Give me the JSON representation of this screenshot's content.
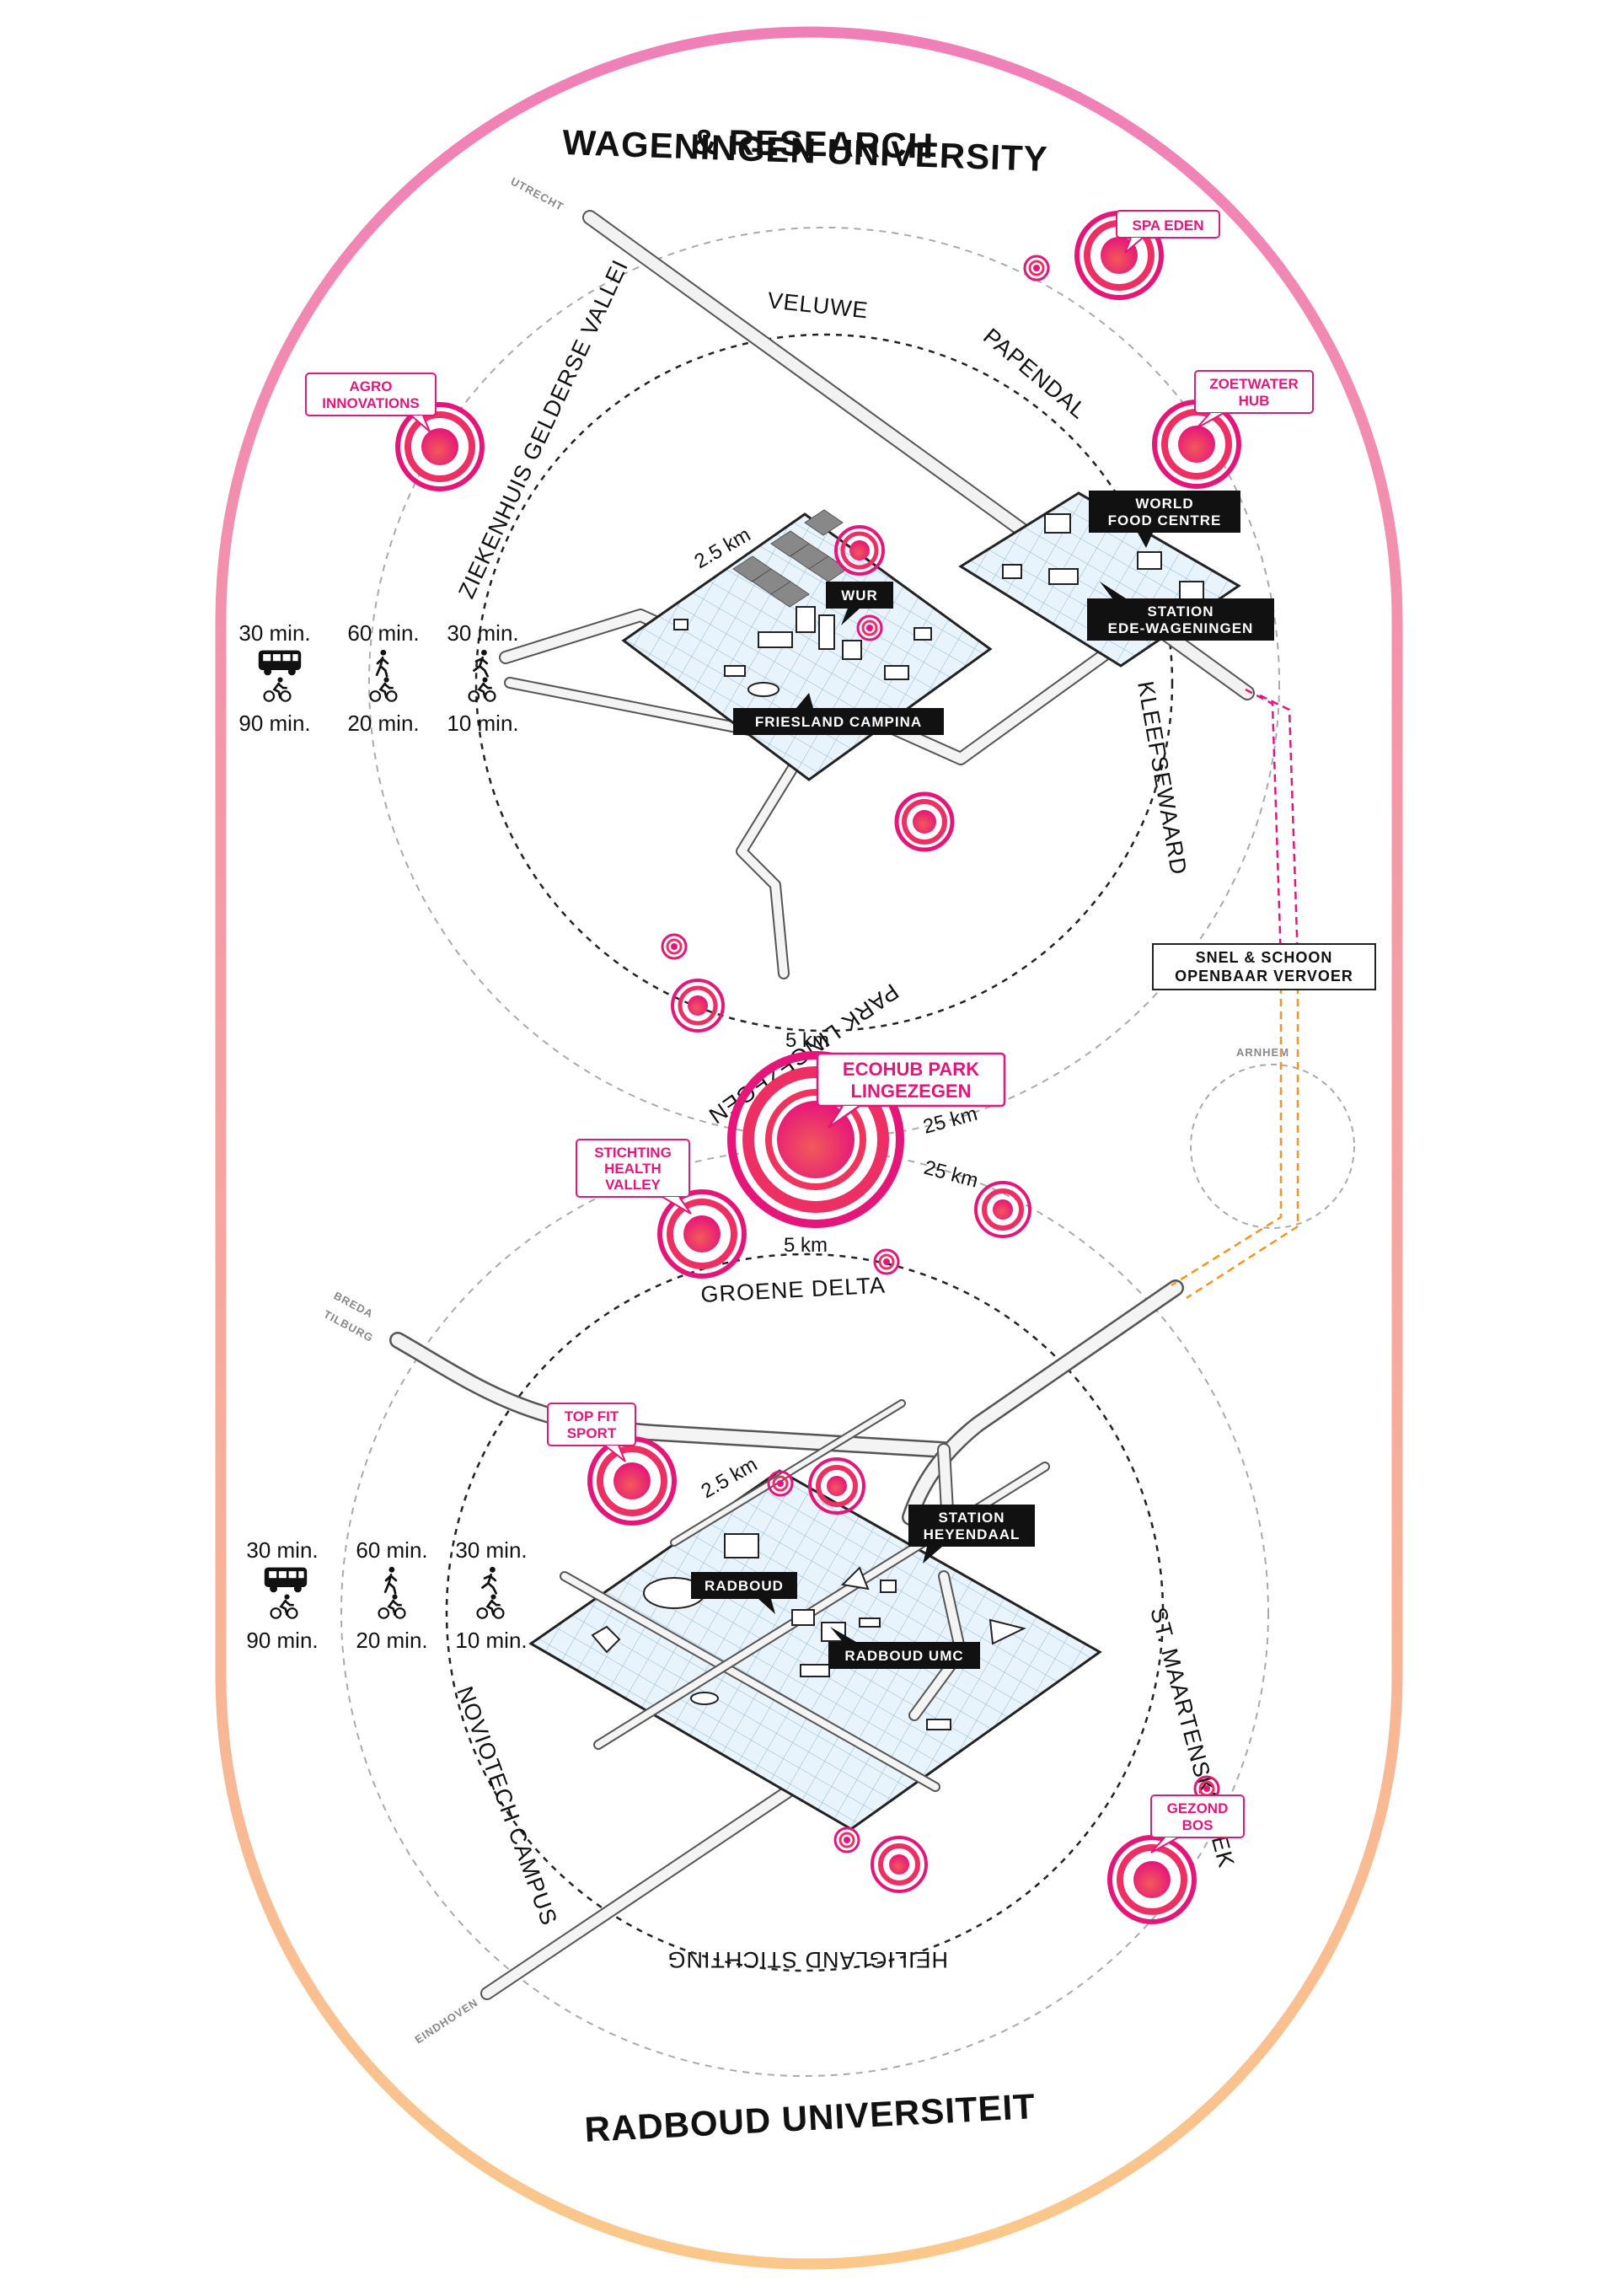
{
  "titles": {
    "top_line1": "WAGENINGEN UNIVERSITY",
    "top_line2": "& RESEARCH",
    "bottom": "RADBOUD UNIVERSITEIT"
  },
  "colors": {
    "frame_top": "#f07fb8",
    "frame_bottom": "#fbc88a",
    "accent_pink": "#e6157a",
    "accent_orange": "#f7931e",
    "grid_blue": "#e8f2fa"
  },
  "cities": {
    "utrecht": "UTRECHT",
    "arnhem": "ARNHEM",
    "breda": "BREDA",
    "tilburg": "TILBURG",
    "eindhoven": "EINDHOVEN"
  },
  "ring_labels_top": {
    "veluwe": "VELUWE",
    "papendal": "PAPENDAL",
    "ziekenhuis": "ZIEKENHUIS GELDERSE VALLEI",
    "kleefsewaard": "KLEEFSEWAARD",
    "park_lingezegen": "PARK LINGEZEGEN"
  },
  "ring_labels_bottom": {
    "groene_delta": "GROENE DELTA",
    "st_maartens": "ST. MAARTENSKLINIEK",
    "heiligland": "HEILIGLAND STICHTING",
    "noviotech": "NOVIOTECH CAMPUS"
  },
  "distances": {
    "top_grid": "2.5 km",
    "bottom_grid": "2.5 km",
    "hub_top": "5 km",
    "hub_bottom": "5 km",
    "hub_right1": "25 km",
    "hub_right2": "25 km"
  },
  "travel_top": {
    "bus_time": "30 min.",
    "bus_bike_time": "90 min.",
    "walk_time": "60 min.",
    "walk_bike_time": "20 min.",
    "run_time": "30 min.",
    "run_bike_time": "10 min."
  },
  "travel_bottom": {
    "bus_time": "30 min.",
    "bus_bike_time": "90 min.",
    "walk_time": "60 min.",
    "walk_bike_time": "20 min.",
    "run_time": "30 min.",
    "run_bike_time": "10 min."
  },
  "pink_labels": {
    "spa_eden": "SPA EDEN",
    "agro_line1": "AGRO",
    "agro_line2": "INNOVATIONS",
    "zoetwater_line1": "ZOETWATER",
    "zoetwater_line2": "HUB",
    "ecohub_line1": "ECOHUB PARK",
    "ecohub_line2": "LINGEZEGEN",
    "stichting_line1": "STICHTING",
    "stichting_line2": "HEALTH",
    "stichting_line3": "VALLEY",
    "topfit_line1": "TOP FIT",
    "topfit_line2": "SPORT",
    "gezond_line1": "GEZOND",
    "gezond_line2": "BOS"
  },
  "black_labels": {
    "world_food_line1": "WORLD",
    "world_food_line2": "FOOD CENTRE",
    "wur": "WUR",
    "station_ede_line1": "STATION",
    "station_ede_line2": "EDE-WAGENINGEN",
    "friesland": "FRIESLAND CAMPINA",
    "station_hey_line1": "STATION",
    "station_hey_line2": "HEYENDAAL",
    "radboud": "RADBOUD",
    "radboud_umc": "RADBOUD UMC"
  },
  "transport_label": {
    "line1": "SNEL & SCHOON",
    "line2": "OPENBAAR VERVOER"
  }
}
